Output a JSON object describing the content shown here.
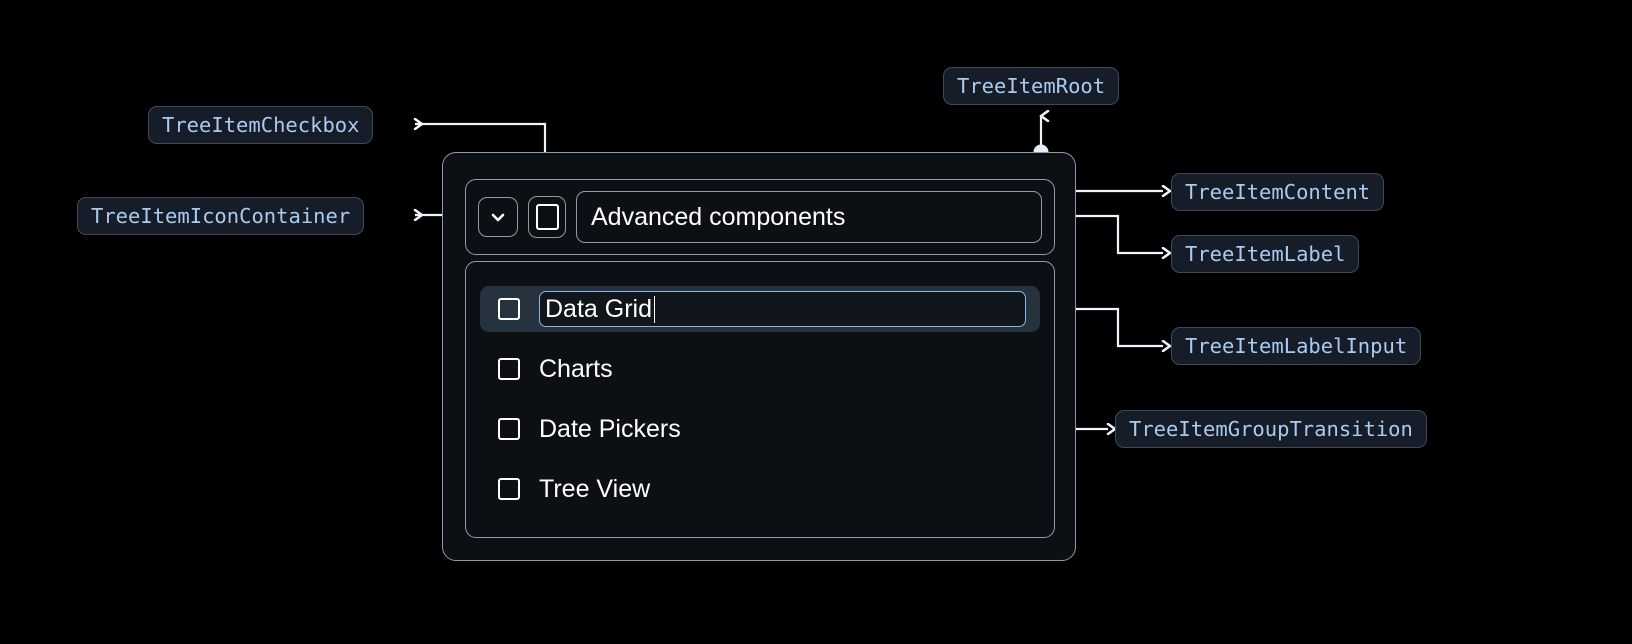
{
  "annotations": {
    "tree_item_checkbox": "TreeItemCheckbox",
    "tree_item_icon_container": "TreeItemIconContainer",
    "tree_item_root": "TreeItemRoot",
    "tree_item_content": "TreeItemContent",
    "tree_item_label": "TreeItemLabel",
    "tree_item_label_input": "TreeItemLabelInput",
    "tree_item_group_transition": "TreeItemGroupTransition"
  },
  "tree": {
    "root_label": "Advanced components",
    "expand_icon": "chevron-down-icon",
    "checkbox_icon": "checkbox-unchecked-icon",
    "editing_value": "Data Grid",
    "items": [
      {
        "label": "Data Grid",
        "editing": true
      },
      {
        "label": "Charts",
        "editing": false
      },
      {
        "label": "Date Pickers",
        "editing": false
      },
      {
        "label": "Tree View",
        "editing": false
      }
    ]
  },
  "colors": {
    "background": "#000000",
    "panel_bg": "#0c1014",
    "panel_border": "#8f9aa6",
    "chip_bg": "#161d28",
    "chip_border": "#3c4a5c",
    "chip_text": "#a9cbf0",
    "selected_row_bg": "#26323e",
    "input_focus_border": "#84b6ef",
    "connector": "#eef4fb",
    "text": "#ffffff"
  }
}
